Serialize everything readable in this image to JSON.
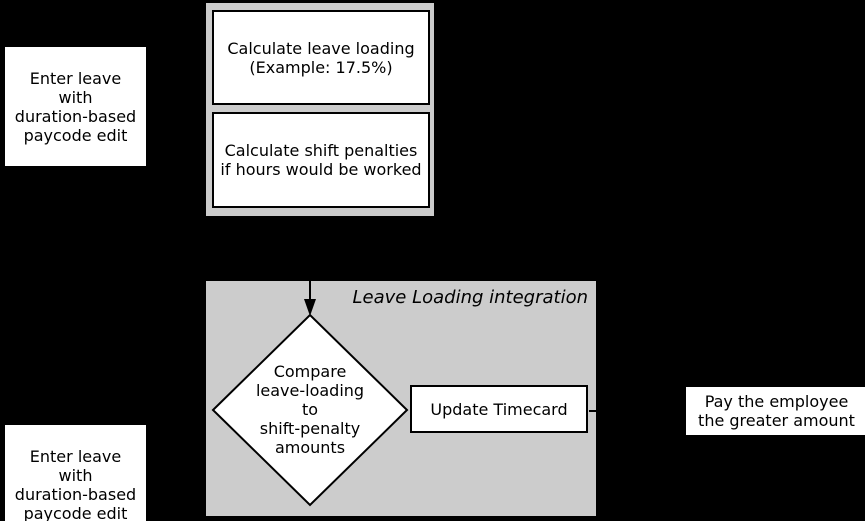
{
  "diagram": {
    "integration_label": "Leave Loading integration"
  },
  "nodes": {
    "enter_leave_top": {
      "label": "Enter leave\nwith\nduration-based\npaycode edit"
    },
    "calculate_leave_loading": {
      "label": "Calculate leave loading\n(Example: 17.5%)"
    },
    "calculate_shift_penalties": {
      "label": "Calculate shift penalties\nif hours would be worked"
    },
    "compare_decision": {
      "label": "Compare\nleave-loading\nto\nshift-penalty\namounts"
    },
    "update_timecard": {
      "label": "Update Timecard"
    },
    "pay_employee": {
      "label": "Pay the employee\nthe greater amount"
    },
    "enter_leave_bottom": {
      "label": "Enter leave\nwith\nduration-based\npaycode edit"
    }
  },
  "colors": {
    "background": "#000000",
    "container_fill": "#cccccc",
    "node_fill": "#ffffff",
    "border": "#000000",
    "text": "#000000"
  }
}
